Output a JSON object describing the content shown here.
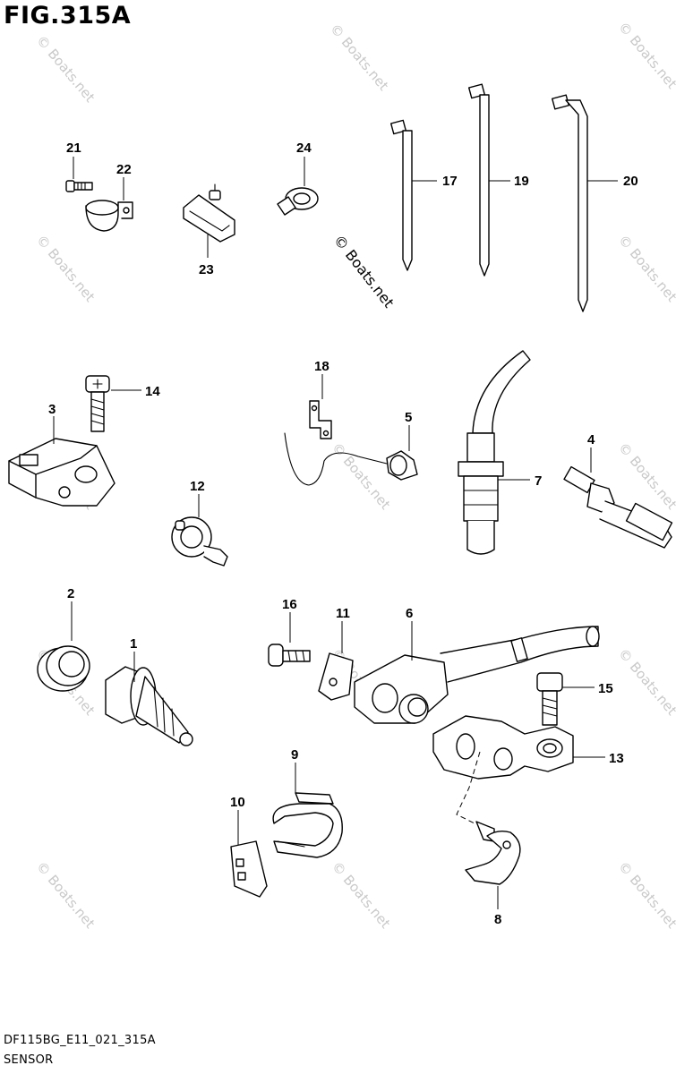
{
  "figure": {
    "title": "FIG.315A",
    "diagram_code": "DF115BG_E11_021_315A",
    "section_name": "SENSOR",
    "watermark": "© Boats.net"
  },
  "callouts": [
    "1",
    "2",
    "3",
    "4",
    "5",
    "6",
    "7",
    "8",
    "9",
    "10",
    "11",
    "12",
    "13",
    "14",
    "15",
    "16",
    "17",
    "18",
    "19",
    "20",
    "21",
    "22",
    "23",
    "24"
  ]
}
